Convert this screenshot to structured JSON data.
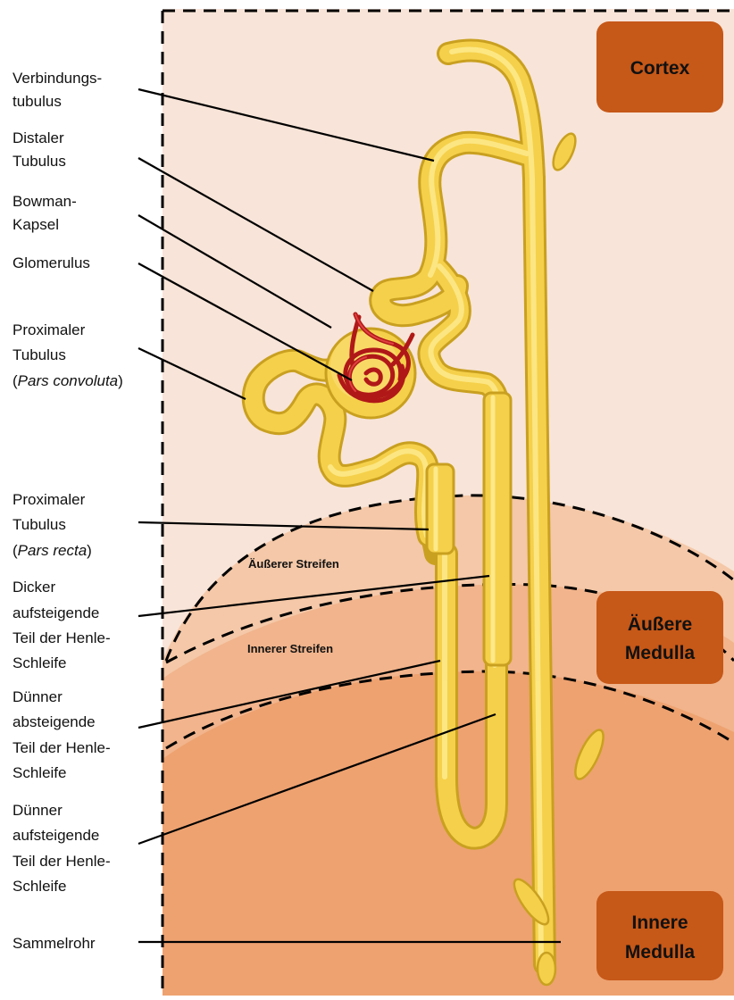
{
  "zones": {
    "cortex": "Cortex",
    "outer_medulla": [
      "Äußere",
      "Medulla"
    ],
    "inner_medulla": [
      "Innere",
      "Medulla"
    ],
    "outer_stripe": "Äußerer Streifen",
    "inner_stripe": "Innerer Streifen"
  },
  "labels": {
    "connecting_tubule": [
      "Verbindungs-",
      "tubulus"
    ],
    "distal_tubule": [
      "Distaler",
      "Tubulus"
    ],
    "bowman_capsule": [
      "Bowman-",
      "Kapsel"
    ],
    "glomerulus": [
      "Glomerulus"
    ],
    "proximal_convoluted": {
      "line1": "Proximaler",
      "line2": "Tubulus",
      "paren_open": "(",
      "italic": "Pars convoluta",
      "paren_close": ")"
    },
    "proximal_straight": {
      "line1": "Proximaler",
      "line2": "Tubulus",
      "paren_open": "(",
      "italic": "Pars recta",
      "paren_close": ")"
    },
    "thick_ascending": [
      "Dicker",
      "aufsteigende",
      "Teil der Henle-",
      "Schleife"
    ],
    "thin_descending": [
      "Dünner",
      "absteigende",
      "Teil der Henle-",
      "Schleife"
    ],
    "thin_ascending": [
      "Dünner",
      "aufsteigende",
      "Teil der Henle-",
      "Schleife"
    ],
    "collecting_duct": [
      "Sammelrohr"
    ]
  },
  "colors": {
    "cortex_bg": "#f8e4d8",
    "outer_stripe_bg": "#f4c8a8",
    "inner_medulla_bg": "#eea270",
    "zone_box": "#c65818",
    "tubule": "#f5d04a",
    "tubule_highlight": "#fde98a",
    "tubule_edge": "#c9a020",
    "glomerulus": "#b01818"
  }
}
